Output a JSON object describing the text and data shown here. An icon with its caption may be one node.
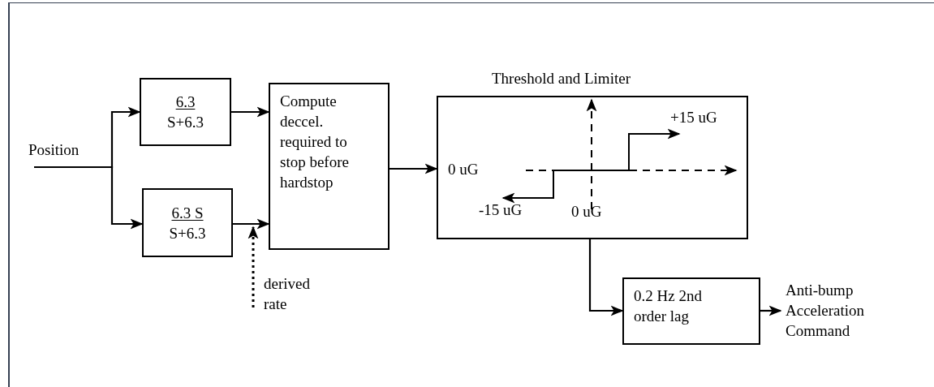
{
  "diagram": {
    "nodes": [
      {
        "text": [
          "Position"
        ]
      },
      {
        "text": [
          "6.3",
          "S+6.3"
        ]
      },
      {
        "text": [
          "6.3 S",
          "S+6.3"
        ]
      },
      {
        "text": [
          "Compute deccel. required to stop before hardstop"
        ]
      },
      {
        "text": [
          "Threshold and Limiter",
          "0 uG",
          "+15 uG",
          "-15 uG",
          "0 uG"
        ]
      },
      {
        "text": [
          "0.2 Hz 2nd order lag"
        ]
      },
      {
        "text": [
          "Anti-bump Acceleration Command"
        ]
      },
      {
        "text": [
          "derived rate"
        ]
      }
    ],
    "edges": [
      {
        "from": 0,
        "to": 1,
        "arrow": "to"
      },
      {
        "from": 0,
        "to": 2,
        "arrow": "to"
      },
      {
        "from": 1,
        "to": 3,
        "arrow": "to"
      },
      {
        "from": 2,
        "to": 3,
        "arrow": "to"
      },
      {
        "from": 3,
        "to": 4,
        "arrow": "to"
      },
      {
        "from": 4,
        "to": 5,
        "arrow": "to"
      },
      {
        "from": 5,
        "to": 6,
        "arrow": "to"
      },
      {
        "from": 7,
        "to": 3,
        "arrow": "to",
        "style": "dashed"
      }
    ]
  }
}
